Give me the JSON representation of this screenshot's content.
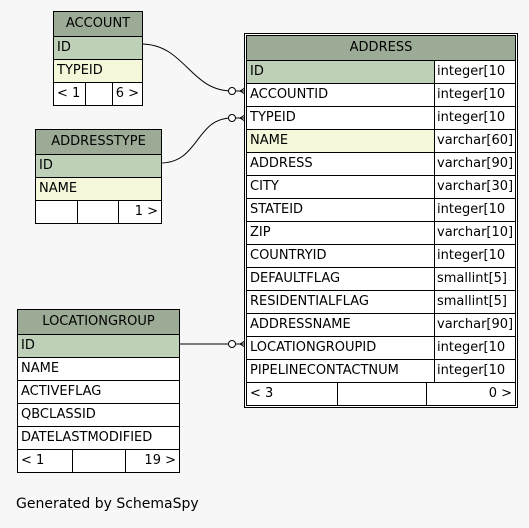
{
  "tables": {
    "account": {
      "name": "ACCOUNT",
      "columns": [
        "ID",
        "TYPEID"
      ],
      "footer": {
        "parents": "< 1",
        "children": "6 >"
      }
    },
    "addresstype": {
      "name": "ADDRESSTYPE",
      "columns": [
        "ID",
        "NAME"
      ],
      "footer": {
        "parents": "",
        "children": "1 >"
      }
    },
    "locationgroup": {
      "name": "LOCATIONGROUP",
      "columns": [
        "ID",
        "NAME",
        "ACTIVEFLAG",
        "QBCLASSID",
        "DATELASTMODIFIED"
      ],
      "footer": {
        "parents": "< 1",
        "children": "19 >"
      }
    },
    "address": {
      "name": "ADDRESS",
      "columns": [
        {
          "name": "ID",
          "type": "integer[10"
        },
        {
          "name": "ACCOUNTID",
          "type": "integer[10"
        },
        {
          "name": "TYPEID",
          "type": "integer[10"
        },
        {
          "name": "NAME",
          "type": "varchar[60]"
        },
        {
          "name": "ADDRESS",
          "type": "varchar[90]"
        },
        {
          "name": "CITY",
          "type": "varchar[30]"
        },
        {
          "name": "STATEID",
          "type": "integer[10"
        },
        {
          "name": "ZIP",
          "type": "varchar[10]"
        },
        {
          "name": "COUNTRYID",
          "type": "integer[10"
        },
        {
          "name": "DEFAULTFLAG",
          "type": "smallint[5]"
        },
        {
          "name": "RESIDENTIALFLAG",
          "type": "smallint[5]"
        },
        {
          "name": "ADDRESSNAME",
          "type": "varchar[90]"
        },
        {
          "name": "LOCATIONGROUPID",
          "type": "integer[10"
        },
        {
          "name": "PIPELINECONTACTNUM",
          "type": "integer[10"
        }
      ],
      "footer": {
        "parents": "< 3",
        "children": "0 >"
      }
    }
  },
  "colors": {
    "header": "#9cab95",
    "primary_key": "#bed1b8",
    "foreign_key": "#f4f7da",
    "background": "#f7f7f7"
  },
  "footer_text": "Generated by SchemaSpy"
}
